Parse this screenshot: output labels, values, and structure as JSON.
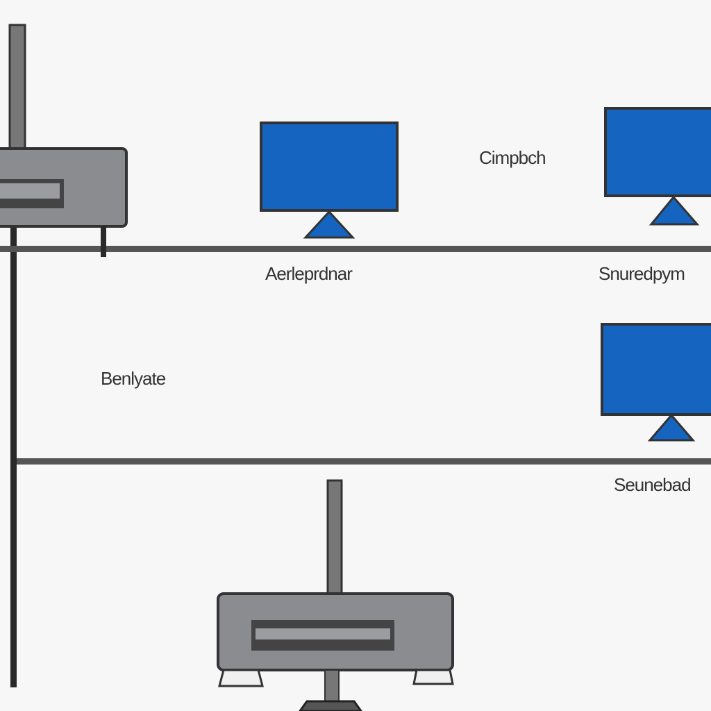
{
  "colors": {
    "monitor": "#1565c0",
    "device": "#8a8c8f",
    "line": "#444444",
    "background": "#f7f7f7"
  },
  "labels": {
    "top_center": "Cimpbch",
    "mid_left": "Aerleprdnar",
    "mid_right": "Snuredpym",
    "left": "Benlyate",
    "bottom_right": "Seunebad"
  }
}
